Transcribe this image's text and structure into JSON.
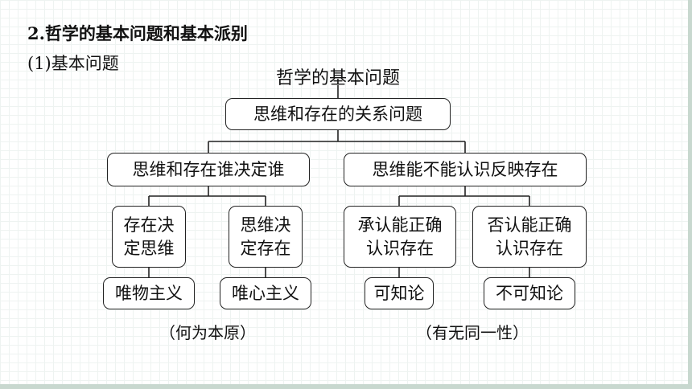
{
  "heading": {
    "number": "2",
    "text": ".哲学的基本问题和基本派别"
  },
  "subheading": "(1)基本问题",
  "diagram": {
    "root_label": "哲学的基本问题",
    "top_box": "思维和存在的关系问题",
    "left_branch": "思维和存在谁决定谁",
    "right_branch": "思维能不能认识反映存在",
    "l1": {
      "line1": "存在决",
      "line2": "定思维"
    },
    "l2": {
      "line1": "思维决",
      "line2": "定存在"
    },
    "r1": {
      "line1": "承认能正确",
      "line2": "认识存在"
    },
    "r2": {
      "line1": "否认能正确",
      "line2": "认识存在"
    },
    "leaf_l1": "唯物主义",
    "leaf_l2": "唯心主义",
    "leaf_r1": "可知论",
    "leaf_r2": "不可知论",
    "note_left": "（何为本原）",
    "note_right": "（有无同一性）"
  }
}
